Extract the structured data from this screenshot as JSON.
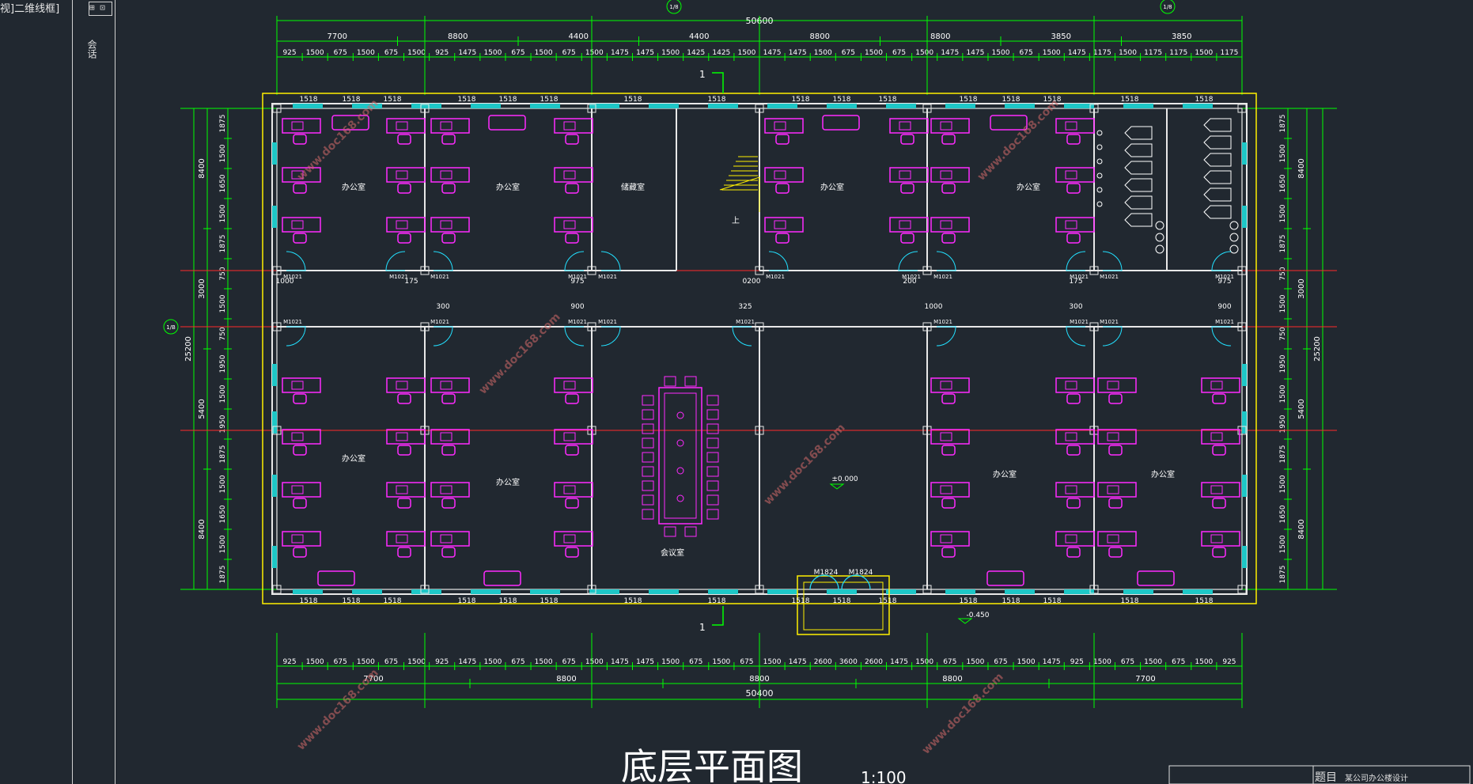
{
  "viewport": {
    "label": "视]二维线框]"
  },
  "sidebar": {
    "text": "会话"
  },
  "drawing": {
    "title": "底层平面图",
    "scale": "1:100",
    "titleblock": {
      "field": "题目",
      "project": "某公司办公楼设计"
    },
    "overall_width_top": "50600",
    "overall_width_bottom": "50400",
    "overall_depth": "25200",
    "grid_top": [
      "7700",
      "8800",
      "4400",
      "4400",
      "8800",
      "8800",
      "3850",
      "3850"
    ],
    "grid_top_detail": [
      "925",
      "1500",
      "675",
      "1500",
      "675",
      "1500",
      "925",
      "1475",
      "1500",
      "675",
      "1500",
      "675",
      "1500",
      "1475",
      "1475",
      "1500",
      "1425",
      "1425",
      "1500",
      "1475",
      "1475",
      "1500",
      "675",
      "1500",
      "675",
      "1500",
      "1475",
      "1475",
      "1500",
      "675",
      "1500",
      "1475",
      "1175",
      "1500",
      "1175",
      "1175",
      "1500",
      "1175"
    ],
    "grid_bottom": [
      "7700",
      "8800",
      "8800",
      "8800",
      "7700"
    ],
    "grid_bottom_detail": [
      "925",
      "1500",
      "675",
      "1500",
      "675",
      "1500",
      "925",
      "1475",
      "1500",
      "675",
      "1500",
      "675",
      "1500",
      "1475",
      "1475",
      "1500",
      "675",
      "1500",
      "675",
      "1500",
      "1475",
      "2600",
      "3600",
      "2600",
      "1475",
      "1500",
      "675",
      "1500",
      "675",
      "1500",
      "1475",
      "925",
      "1500",
      "675",
      "1500",
      "675",
      "1500",
      "925"
    ],
    "left_dims": [
      "8400",
      "3000",
      "5400",
      "8400"
    ],
    "left_detail": [
      "1875",
      "1500",
      "1650",
      "1500",
      "1875",
      "750",
      "1500",
      "750",
      "1950",
      "1500",
      "1950",
      "1875",
      "1500",
      "1650",
      "1500",
      "1875"
    ],
    "window_label": "1518",
    "rooms": {
      "office": "办公室",
      "storage": "储藏室",
      "meeting": "会议室"
    },
    "doors": {
      "m1021": "M1021",
      "m1824a": "M1824",
      "m1824b": "M1824"
    },
    "elevations": {
      "floor": "±0.000",
      "exterior": "-0.450"
    },
    "stair_label": "上",
    "section_mark": "1",
    "axis_bubbles": [
      "1/8",
      "1/8",
      "1/B"
    ],
    "watermark": "www.doc168.com",
    "door_dims": [
      "1000",
      "175",
      "300",
      "975",
      "900",
      "0200",
      "325",
      "200"
    ]
  },
  "colors": {
    "bg": "#212830",
    "wall": "#e8e8e8",
    "dim": "#00ff00",
    "axis": "#ff2a2a",
    "furniture": "#ff2aff",
    "door": "#22e0ff",
    "building": "#fff000",
    "window": "#1ec7c7"
  }
}
